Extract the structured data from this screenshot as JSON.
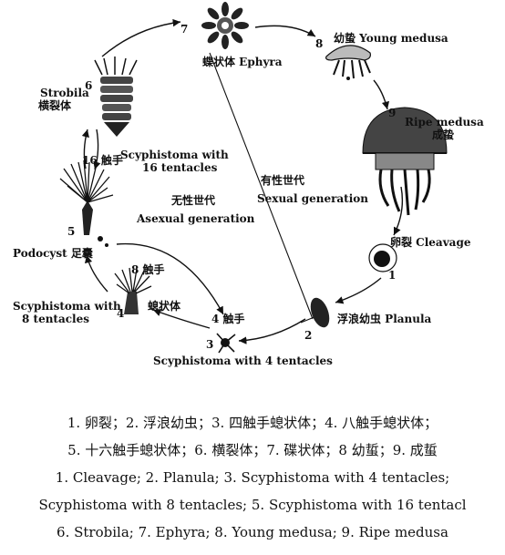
{
  "stages": {
    "s1": {
      "num": "1",
      "label": "卵裂 Cleavage"
    },
    "s2": {
      "num": "2",
      "label": "浮浪幼虫 Planula"
    },
    "s3": {
      "num": "3",
      "label": "Scyphistoma with 4 tentacles",
      "tentacle_label": "4 触手"
    },
    "s4": {
      "num": "4",
      "label_line1": "Scyphistoma with",
      "label_line2": "8 tentacles",
      "tentacle_label": "8 触手",
      "body_label": "螅状体"
    },
    "s5": {
      "num": "5",
      "label_line1": "Scyphistoma with",
      "label_line2": "16 tentacles",
      "tentacle_label": "16 触手",
      "podocyst": "Podocyst 足囊"
    },
    "s6": {
      "num": "6",
      "label_line1": "Strobila",
      "label_line2": "横裂体"
    },
    "s7": {
      "num": "7",
      "label": "蝶状体 Ephyra"
    },
    "s8": {
      "num": "8",
      "label": "幼蛰 Young medusa"
    },
    "s9": {
      "num": "9",
      "label_line1": "Ripe medusa",
      "label_line2": "成蛰"
    }
  },
  "generations": {
    "sexual_cn": "有性世代",
    "sexual_en": "Sexual generation",
    "asexual_cn": "无性世代",
    "asexual_en": "Asexual generation"
  },
  "caption": {
    "line1": "1. 卵裂；2. 浮浪幼虫；3. 四触手螅状体；4. 八触手螅状体；",
    "line2": "5. 十六触手螅状体；6. 横裂体；7. 碟状体；8 幼蜇；9. 成蜇",
    "line3": "1.  Cleavage;  2.  Planula;  3.  Scyphistoma with 4 tentacles;",
    "line4": "Scyphistoma with 8 tentacles;  5.  Scyphistoma with 16 tentacl",
    "line5": "6.  Strobila;  7.  Ephyra;  8. Young medusa;  9. Ripe medusa"
  }
}
